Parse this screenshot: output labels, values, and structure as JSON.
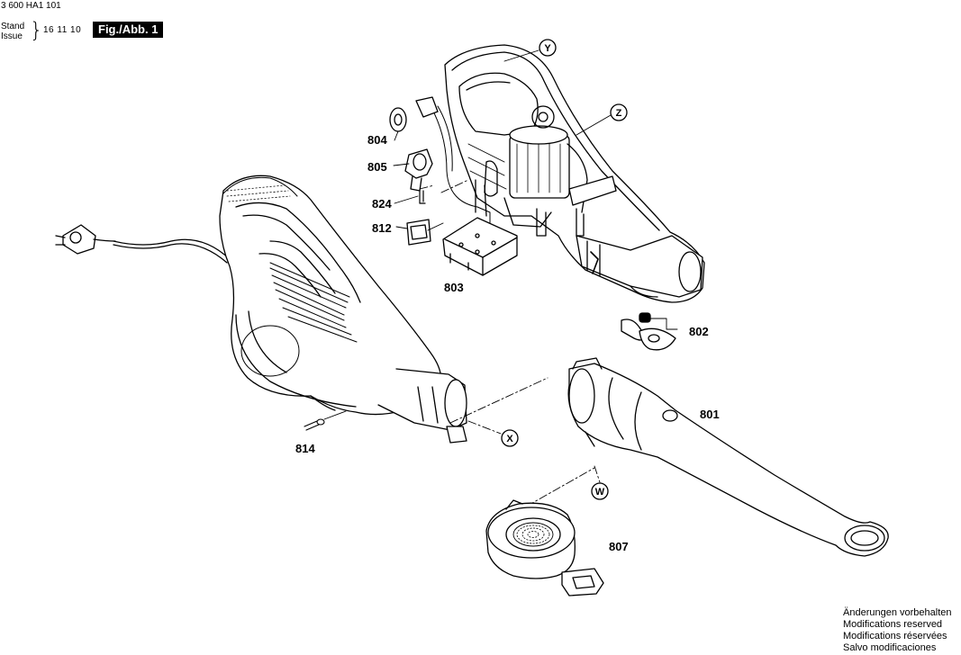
{
  "header": {
    "doc_number": "3 600 HA1 101",
    "stand_label": "Stand",
    "issue_label": "Issue",
    "issue_date": "16 11 10",
    "figure_label": "Fig./Abb. 1"
  },
  "parts": {
    "p801": "801",
    "p802": "802",
    "p803": "803",
    "p804": "804",
    "p805": "805",
    "p807": "807",
    "p812": "812",
    "p814": "814",
    "p824": "824"
  },
  "callouts": {
    "W": "W",
    "X": "X",
    "Y": "Y",
    "Z": "Z"
  },
  "footer": {
    "line1": "Änderungen vorbehalten",
    "line2": "Modifications reserved",
    "line3": "Modifications réservées",
    "line4": "Salvo modificaciones"
  }
}
